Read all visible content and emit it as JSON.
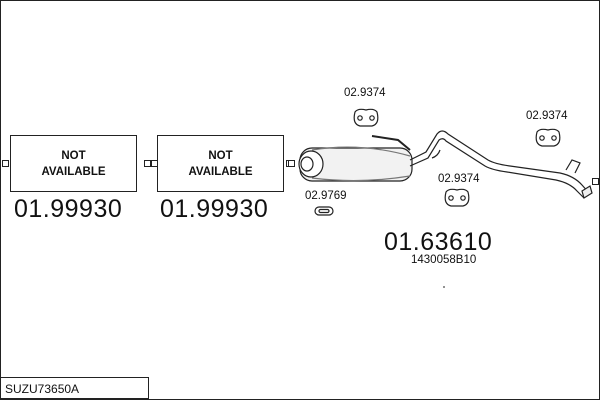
{
  "front_section": {
    "status_label": "NOT\nAVAILABLE",
    "part_number": "01.99930"
  },
  "middle_section": {
    "status_label": "NOT\nAVAILABLE",
    "part_number": "01.99930"
  },
  "rear_section": {
    "part_number": "01.63610",
    "oem_number": "1430058B10"
  },
  "hangers": [
    {
      "label": "02.9374"
    },
    {
      "label": "02.9374"
    },
    {
      "label": "02.9374"
    }
  ],
  "gasket": {
    "label": "02.9769"
  },
  "reference": "SUZU73650A",
  "icons": [
    "connector-icon",
    "muffler-icon",
    "rubber-hanger-icon",
    "gasket-ring-icon",
    "tail-pipe-icon"
  ]
}
